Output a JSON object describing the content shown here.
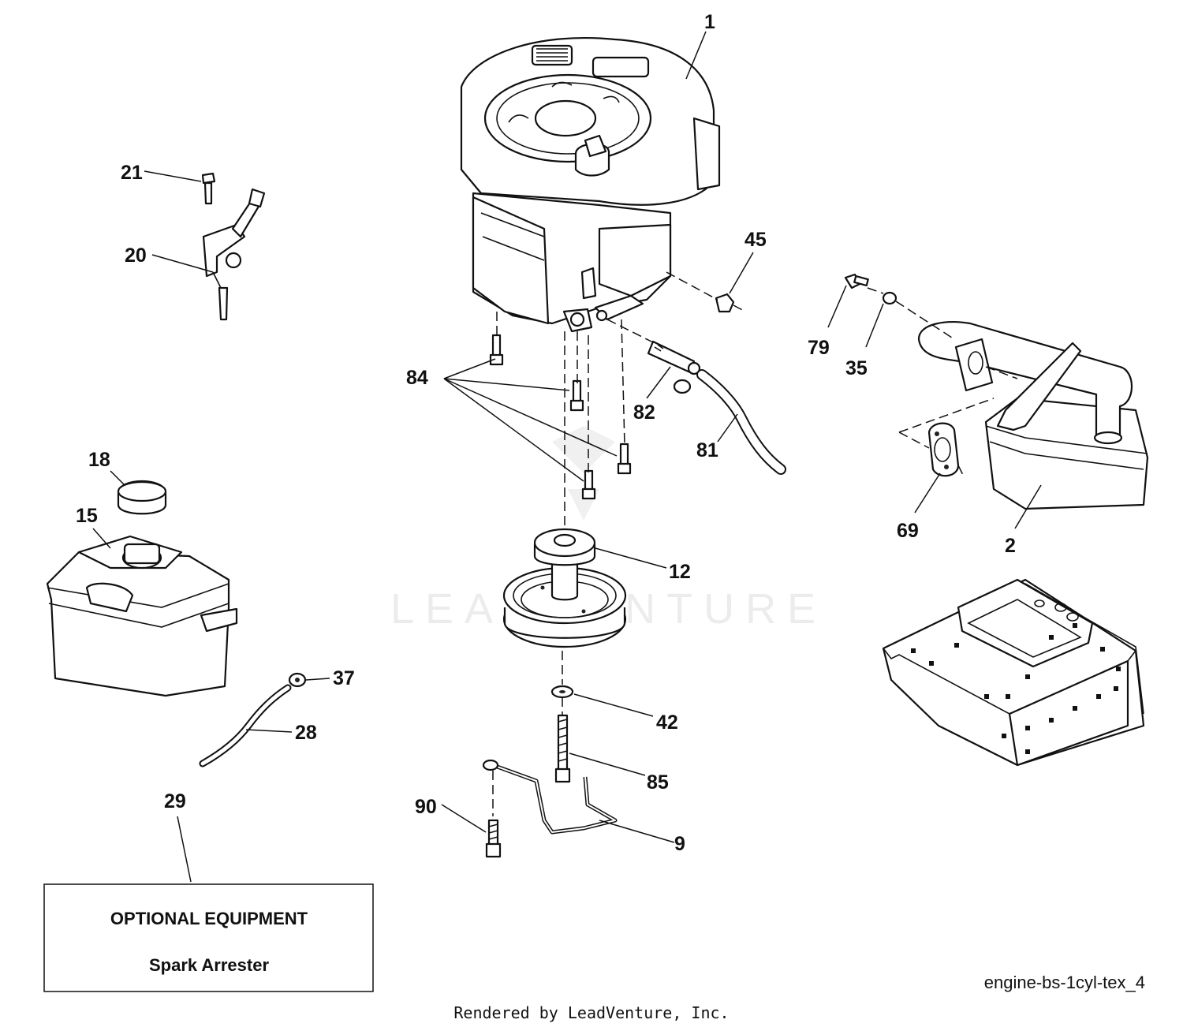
{
  "diagram": {
    "watermark": "LEADVENTURE",
    "callouts": {
      "c1": "1",
      "c2": "2",
      "c9": "9",
      "c12": "12",
      "c15": "15",
      "c18": "18",
      "c20": "20",
      "c21": "21",
      "c28": "28",
      "c29": "29",
      "c35": "35",
      "c37": "37",
      "c42": "42",
      "c45": "45",
      "c69": "69",
      "c79": "79",
      "c81": "81",
      "c82": "82",
      "c84": "84",
      "c85": "85",
      "c90": "90"
    },
    "optional_box": {
      "heading": "OPTIONAL EQUIPMENT",
      "item": "Spark Arrester"
    },
    "diagram_code": "engine-bs-1cyl-tex_4",
    "footer": "Rendered by LeadVenture, Inc."
  }
}
